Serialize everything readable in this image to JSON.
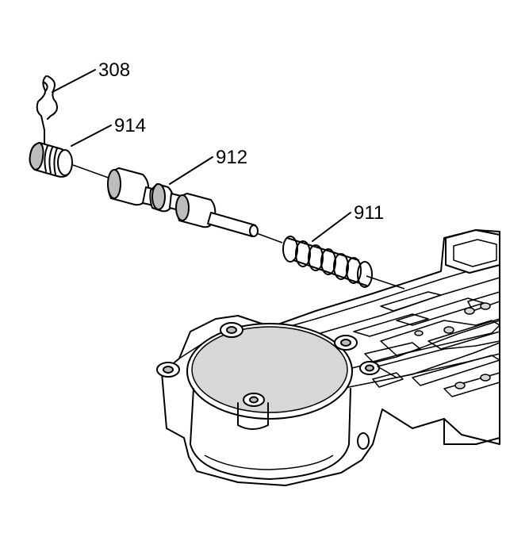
{
  "callouts": {
    "clip": "308",
    "bore_plug": "914",
    "valve": "912",
    "spring": "911"
  }
}
